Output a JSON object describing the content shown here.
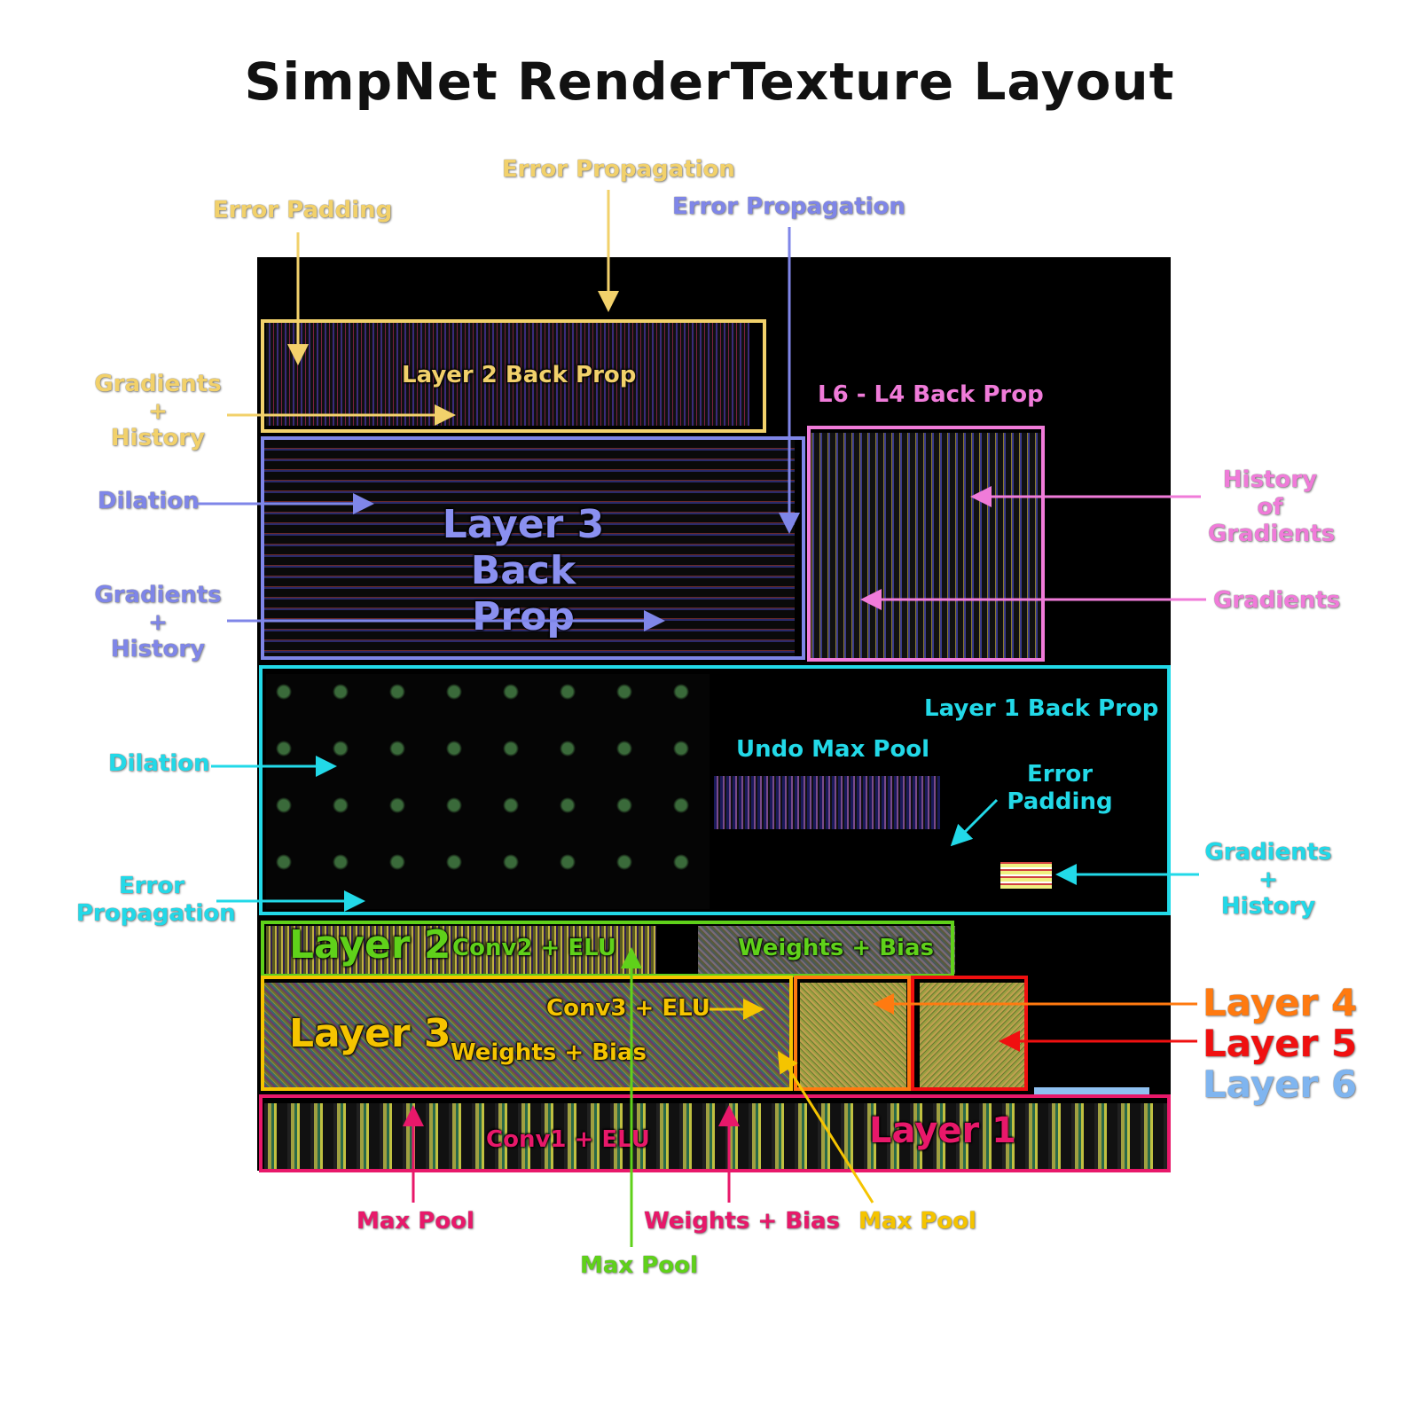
{
  "title": "SimpNet RenderTexture Layout",
  "colors": {
    "layer2_back": "#f2d16b",
    "layer3_back": "#7f86e8",
    "l6l4_back": "#f07bd9",
    "layer1_back": "#22d9e8",
    "layer2_fwd": "#5fd11a",
    "layer3_fwd": "#f5c400",
    "layer4": "#ff7a10",
    "layer5": "#f01010",
    "layer6": "#7fb5f0",
    "layer1_fwd": "#e8186a"
  },
  "regions": {
    "layer2_back": {
      "title": "Layer 2 Back Prop"
    },
    "layer3_back": {
      "title": "Layer 3\nBack Prop"
    },
    "l6l4_back": {
      "title": "L6 - L4 Back Prop"
    },
    "layer1_back": {
      "title": "Layer 1 Back Prop",
      "undo": "Undo Max Pool",
      "err_pad": "Error\nPadding"
    },
    "layer2_fwd": {
      "title": "Layer 2",
      "conv": "Conv2 + ELU",
      "wb": "Weights + Bias"
    },
    "layer3_fwd": {
      "title": "Layer 3",
      "conv": "Conv3 + ELU",
      "wb": "Weights + Bias"
    },
    "layer1_fwd": {
      "title": "Layer 1",
      "conv": "Conv1 + ELU"
    }
  },
  "annotations": {
    "error_padding_top": "Error Padding",
    "error_prop_yellow": "Error Propagation",
    "error_prop_blue": "Error Propagation",
    "grad_hist_yellow": "Gradients +\nHistory",
    "dilation_blue": "Dilation",
    "grad_hist_blue": "Gradients +\nHistory",
    "history_of_gradients": "History of\nGradients",
    "gradients_pink": "Gradients",
    "dilation_cyan": "Dilation",
    "error_prop_cyan": "Error\nPropagation",
    "grad_hist_cyan": "Gradients +\nHistory",
    "layer4": "Layer 4",
    "layer5": "Layer 5",
    "layer6": "Layer 6",
    "max_pool_pink": "Max Pool",
    "weights_bias_pink": "Weights + Bias",
    "max_pool_green": "Max Pool",
    "max_pool_yellow": "Max Pool"
  }
}
